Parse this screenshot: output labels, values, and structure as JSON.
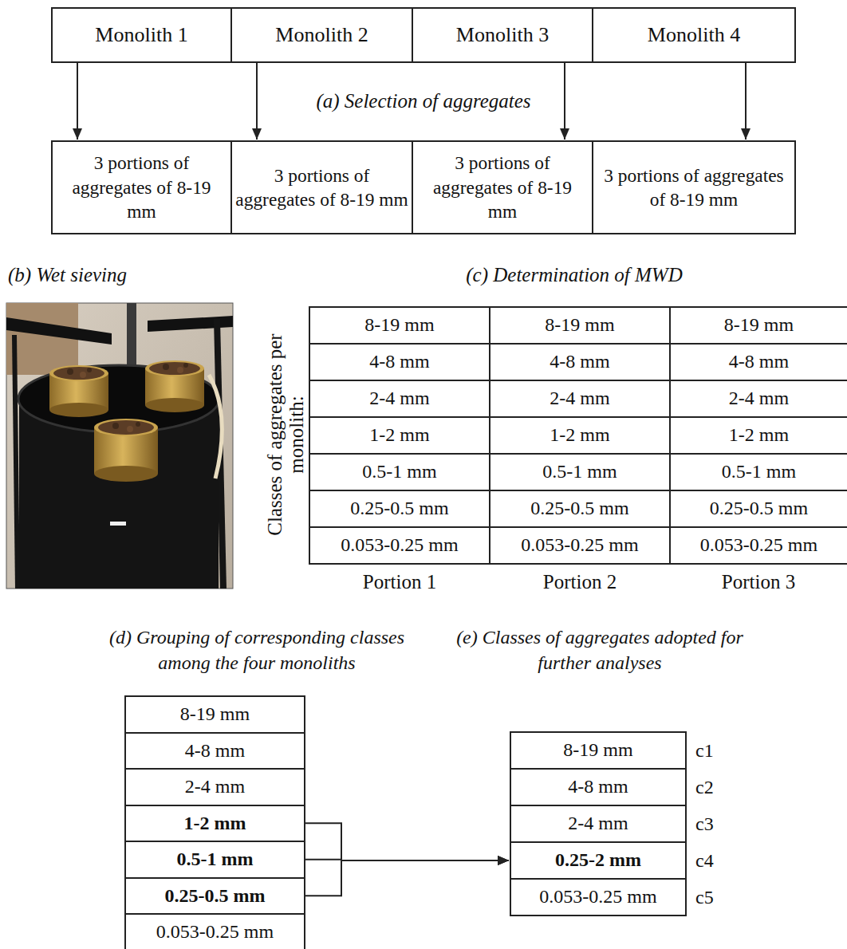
{
  "diagram": {
    "nodes": [
      {
        "text": [
          "Monolith 1"
        ]
      },
      {
        "text": [
          "Monolith 2"
        ]
      },
      {
        "text": [
          "Monolith 3"
        ]
      },
      {
        "text": [
          "Monolith 4"
        ]
      },
      {
        "text": [
          "3 portions of aggregates of 8-19 mm"
        ]
      },
      {
        "text": [
          "3 portions of aggregates of 8-19 mm"
        ]
      },
      {
        "text": [
          "3 portions of aggregates of 8-19 mm"
        ]
      },
      {
        "text": [
          "3 portions of aggregates of 8-19 mm"
        ]
      },
      {
        "text": [
          "8-19 mm"
        ]
      },
      {
        "text": [
          "8-19 mm"
        ]
      },
      {
        "text": [
          "8-19 mm"
        ]
      },
      {
        "text": [
          "4-8 mm"
        ]
      },
      {
        "text": [
          "4-8 mm"
        ]
      },
      {
        "text": [
          "4-8 mm"
        ]
      },
      {
        "text": [
          "2-4 mm"
        ]
      },
      {
        "text": [
          "2-4 mm"
        ]
      },
      {
        "text": [
          "2-4 mm"
        ]
      },
      {
        "text": [
          "1-2 mm"
        ]
      },
      {
        "text": [
          "1-2 mm"
        ]
      },
      {
        "text": [
          "1-2 mm"
        ]
      },
      {
        "text": [
          "0.5-1 mm"
        ]
      },
      {
        "text": [
          "0.5-1 mm"
        ]
      },
      {
        "text": [
          "0.5-1 mm"
        ]
      },
      {
        "text": [
          "0.25-0.5 mm"
        ]
      },
      {
        "text": [
          "0.25-0.5 mm"
        ]
      },
      {
        "text": [
          "0.25-0.5 mm"
        ]
      },
      {
        "text": [
          "0.053-0.25 mm"
        ]
      },
      {
        "text": [
          "0.053-0.25 mm"
        ]
      },
      {
        "text": [
          "0.053-0.25 mm"
        ]
      },
      {
        "text": [
          "8-19 mm"
        ]
      },
      {
        "text": [
          "4-8 mm"
        ]
      },
      {
        "text": [
          "2-4 mm"
        ]
      },
      {
        "text": [
          "1-2 mm"
        ]
      },
      {
        "text": [
          "0.5-1 mm"
        ]
      },
      {
        "text": [
          "0.25-0.5 mm"
        ]
      },
      {
        "text": [
          "0.053-0.25 mm"
        ]
      },
      {
        "text": [
          "8-19 mm"
        ]
      },
      {
        "text": [
          "4-8 mm"
        ]
      },
      {
        "text": [
          "2-4 mm"
        ]
      },
      {
        "text": [
          "0.25-2 mm"
        ]
      },
      {
        "text": [
          "0.053-0.25 mm"
        ]
      }
    ],
    "edges": [
      {
        "from": 0,
        "to": 4,
        "arrow": "to"
      },
      {
        "from": 1,
        "to": 5,
        "arrow": "to"
      },
      {
        "from": 2,
        "to": 6,
        "arrow": "to"
      },
      {
        "from": 3,
        "to": 7,
        "arrow": "to"
      },
      {
        "from": 32,
        "to": 39,
        "arrow": "to"
      },
      {
        "from": 33,
        "to": 39,
        "arrow": "to"
      },
      {
        "from": 34,
        "to": 39,
        "arrow": "to"
      }
    ],
    "labels": [
      "(a) Selection of aggregates",
      "(b) Wet sieving",
      "(c) Determination of MWD",
      "Classes of aggregates per monolith:",
      "Portion 1",
      "Portion 2",
      "Portion 3",
      "(d) Grouping of corresponding classes among the four monoliths",
      "(e) Classes of aggregates adopted for further analyses",
      "c1",
      "c2",
      "c3",
      "c4",
      "c5"
    ]
  }
}
